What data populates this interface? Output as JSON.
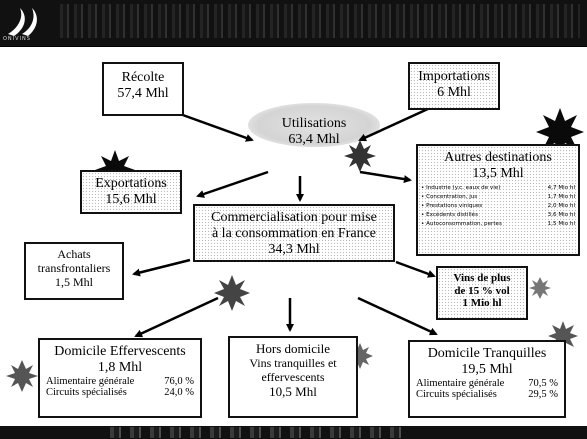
{
  "header": {
    "logo_text": "ONIVINS"
  },
  "nodes": {
    "recolte": {
      "title": "Récolte",
      "value": "57,4 Mhl"
    },
    "importations": {
      "title": "Importations",
      "value": "6 Mhl"
    },
    "utilisations": {
      "title": "Utilisations",
      "value": "63,4 Mhl"
    },
    "autres": {
      "title": "Autres destinations",
      "value": "13,5 Mhl",
      "items": [
        {
          "label": "• Industrie (y.c. eaux de vie)",
          "value": "4,7 Mio hl"
        },
        {
          "label": "• Concentration, jus",
          "value": "1,7 Mio hl"
        },
        {
          "label": "• Prestations viniques",
          "value": "2,0 Mio hl"
        },
        {
          "label": "• Excédents distillés",
          "value": "3,6 Mio hl"
        },
        {
          "label": "• Autoconsommation, pertes",
          "value": "1,5 Mio hl"
        }
      ]
    },
    "exportations": {
      "title": "Exportations",
      "value": "15,6 Mhl"
    },
    "commercialisation": {
      "line1": "Commercialisation pour mise",
      "line2": "à la consommation en France",
      "value": "34,3 Mhl"
    },
    "achats": {
      "line1": "Achats",
      "line2": "transfrontaliers",
      "value": "1,5 Mhl"
    },
    "vins15": {
      "line1": "Vins de plus",
      "line2": "de 15 % vol",
      "value": "1 Mio hl"
    },
    "effervescents": {
      "title": "Domicile Effervescents",
      "value": "1,8 Mhl",
      "rows": [
        {
          "label": "Alimentaire générale",
          "value": "76,0 %"
        },
        {
          "label": "Circuits spécialisés",
          "value": "24,0 %"
        }
      ]
    },
    "hors": {
      "line1": "Hors domicile",
      "line2": "Vins tranquilles et",
      "line3": "effervescents",
      "value": "10,5 Mhl"
    },
    "tranquilles": {
      "title": "Domicile Tranquilles",
      "value": "19,5 Mhl",
      "rows": [
        {
          "label": "Alimentaire générale",
          "value": "70,5 %"
        },
        {
          "label": "Circuits spécialisés",
          "value": "29,5 %"
        }
      ]
    }
  },
  "colors": {
    "burst": "#0a0a0a",
    "arrow": "#000000",
    "header": "#111111"
  }
}
